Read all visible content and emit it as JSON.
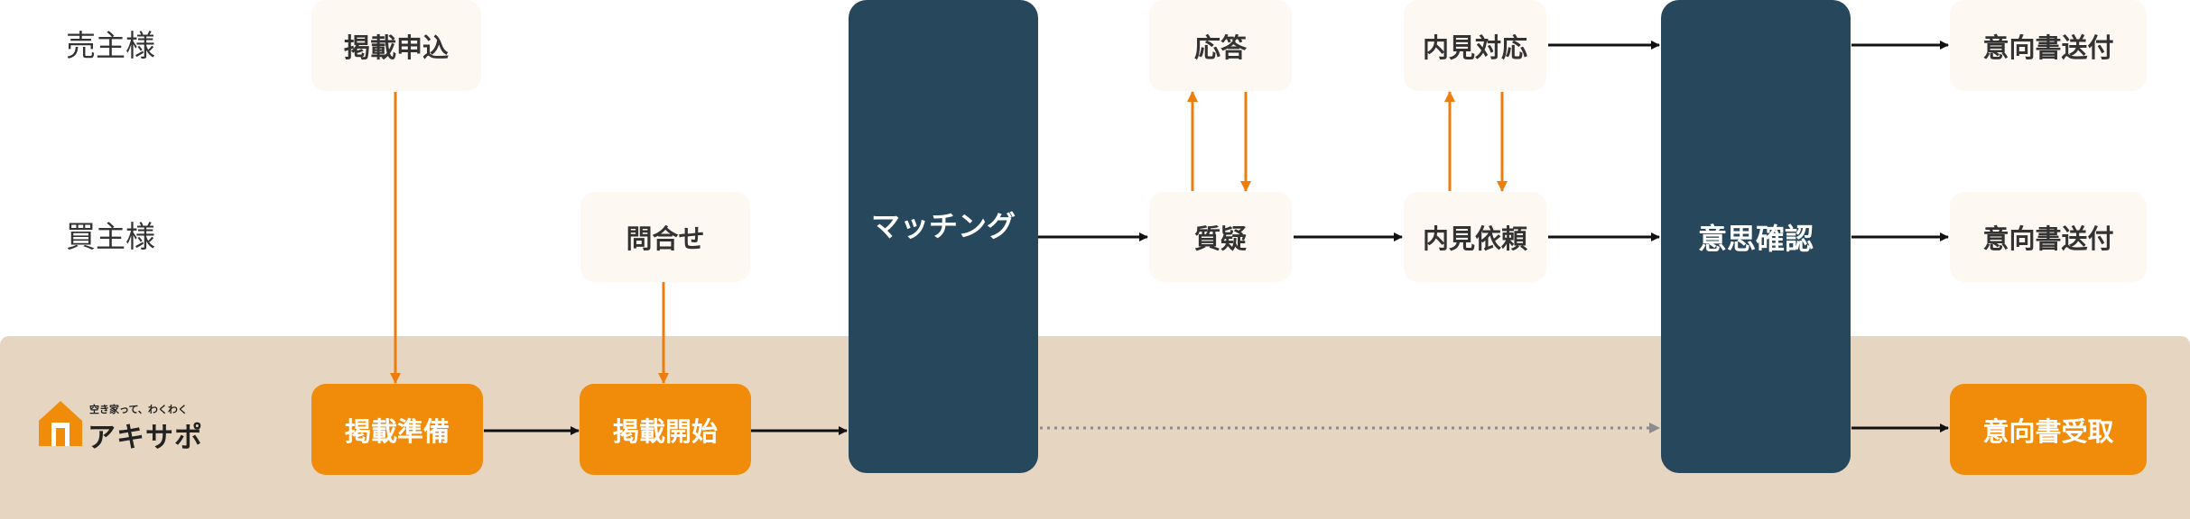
{
  "lanes": {
    "seller": "売主様",
    "buyer": "買主様"
  },
  "seller_row": {
    "listing_application": "掲載申込",
    "answer": "応答",
    "viewing_response": "内見対応",
    "send_letter": "意向書送付"
  },
  "buyer_row": {
    "inquiry": "問合せ",
    "question": "質疑",
    "viewing_request": "内見依頼",
    "send_letter": "意向書送付"
  },
  "platform_row": {
    "listing_preparation": "掲載準備",
    "listing_start": "掲載開始",
    "receive_letter": "意向書受取"
  },
  "shared": {
    "matching": "マッチング",
    "intent_confirmation": "意思確認"
  },
  "logo": {
    "tagline": "空き家って、わくわく",
    "name": "アキサポ"
  },
  "colors": {
    "accent_orange": "#f08c0a",
    "dark_navy": "#27475c",
    "band_beige": "#e6d6c1",
    "light_box": "#fef8f3"
  }
}
